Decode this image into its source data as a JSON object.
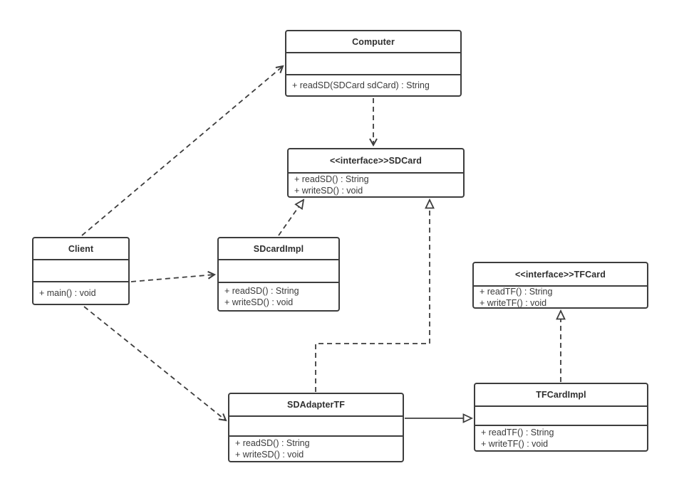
{
  "diagram": {
    "title": "Adapter pattern UML class diagram",
    "colors": {
      "stroke": "#3d3d3d",
      "background": "#ffffff",
      "text": "#333333"
    },
    "classes": {
      "computer": {
        "title": "Computer",
        "methods": [
          "+ readSD(SDCard sdCard) : String"
        ]
      },
      "sdcard": {
        "title": "<<interface>>SDCard",
        "methods": [
          "+ readSD() : String",
          "+ writeSD() : void"
        ]
      },
      "client": {
        "title": "Client",
        "methods": [
          "+ main() : void"
        ]
      },
      "sdcardimpl": {
        "title": "SDcardImpl",
        "methods": [
          "+ readSD() : String",
          "+ writeSD() : void"
        ]
      },
      "tfcard": {
        "title": "<<interface>>TFCard",
        "methods": [
          "+ readTF() : String",
          "+ writeTF() : void"
        ]
      },
      "sdadaptertf": {
        "title": "SDAdapterTF",
        "methods": [
          "+ readSD() : String",
          "+ writeSD() : void"
        ]
      },
      "tfcardimpl": {
        "title": "TFCardImpl",
        "methods": [
          "+ readTF() : String",
          "+ writeTF() : void"
        ]
      }
    },
    "relationships": [
      {
        "from": "Client",
        "to": "Computer",
        "type": "dependency",
        "line": "dashed",
        "head": "open-arrow"
      },
      {
        "from": "Client",
        "to": "SDcardImpl",
        "type": "dependency",
        "line": "dashed",
        "head": "open-arrow"
      },
      {
        "from": "Client",
        "to": "SDAdapterTF",
        "type": "dependency",
        "line": "dashed",
        "head": "open-arrow"
      },
      {
        "from": "Computer",
        "to": "SDCard",
        "type": "dependency",
        "line": "dashed",
        "head": "open-arrow"
      },
      {
        "from": "SDcardImpl",
        "to": "SDCard",
        "type": "realization",
        "line": "dashed",
        "head": "hollow-triangle"
      },
      {
        "from": "SDAdapterTF",
        "to": "SDCard",
        "type": "realization",
        "line": "dashed",
        "head": "hollow-triangle"
      },
      {
        "from": "SDAdapterTF",
        "to": "TFCardImpl",
        "type": "generalization",
        "line": "solid",
        "head": "hollow-triangle"
      },
      {
        "from": "TFCardImpl",
        "to": "TFCard",
        "type": "realization",
        "line": "dashed",
        "head": "hollow-triangle"
      }
    ]
  }
}
